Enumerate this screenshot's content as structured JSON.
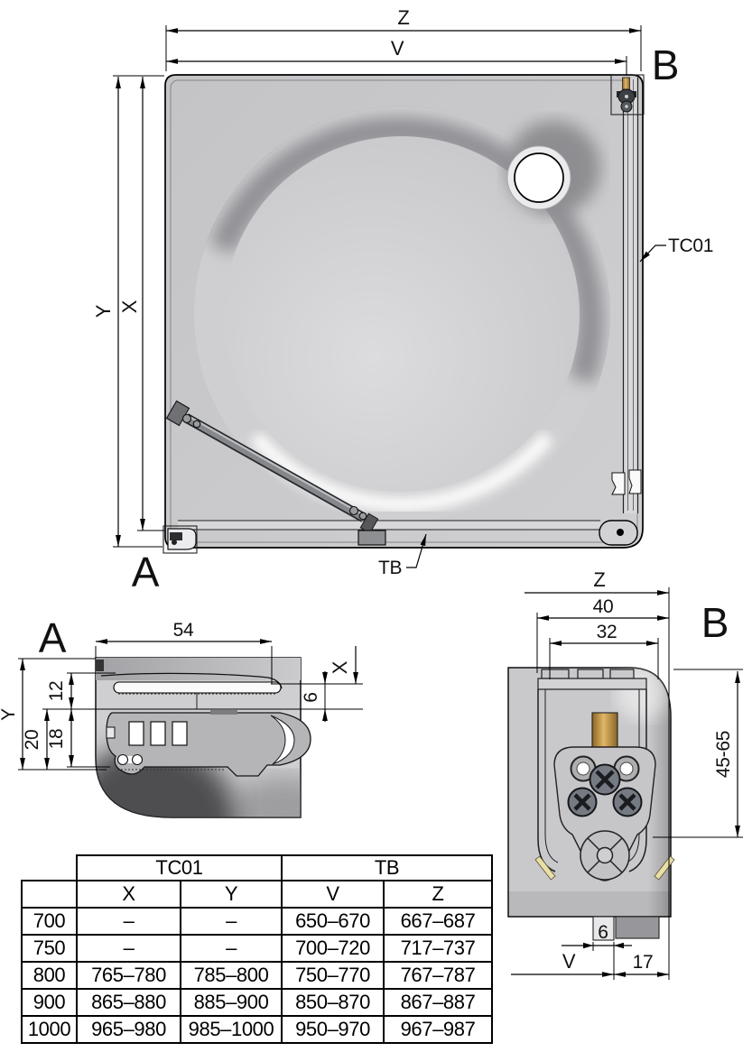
{
  "plan": {
    "dim_z": "Z",
    "dim_v": "V",
    "dim_y": "Y",
    "dim_x": "X",
    "corner_a": "A",
    "corner_b": "B",
    "profile_label": "TC01",
    "rail_label": "TB"
  },
  "detail_a": {
    "title": "A",
    "w54": "54",
    "h12": "12",
    "h20": "20",
    "h18": "18",
    "t6": "6",
    "x": "X",
    "y": "Y"
  },
  "detail_b": {
    "title": "B",
    "z": "Z",
    "w40": "40",
    "w32": "32",
    "h_range": "45-65",
    "t6": "6",
    "v": "V",
    "e17": "17"
  },
  "table": {
    "group_headers": [
      "TC01",
      "TB"
    ],
    "col_headers": [
      "X",
      "Y",
      "V",
      "Z"
    ],
    "rows": [
      {
        "size": "700",
        "x": "–",
        "y": "–",
        "v": "650–670",
        "z": "667–687"
      },
      {
        "size": "750",
        "x": "–",
        "y": "–",
        "v": "700–720",
        "z": "717–737"
      },
      {
        "size": "800",
        "x": "765–780",
        "y": "785–800",
        "v": "750–770",
        "z": "767–787"
      },
      {
        "size": "900",
        "x": "865–880",
        "y": "885–900",
        "v": "850–870",
        "z": "867–887"
      },
      {
        "size": "1000",
        "x": "965–980",
        "y": "985–1000",
        "v": "950–970",
        "z": "967–987"
      }
    ]
  },
  "colors": {
    "background": "#ffffff",
    "tray": "#c9c9cb",
    "line": "#000000",
    "basin_shadow": "#8f8f94",
    "highlight": "#ffffff",
    "brass": "#c99c45",
    "seal": "#e9dfa5",
    "screw": "#767b83"
  }
}
